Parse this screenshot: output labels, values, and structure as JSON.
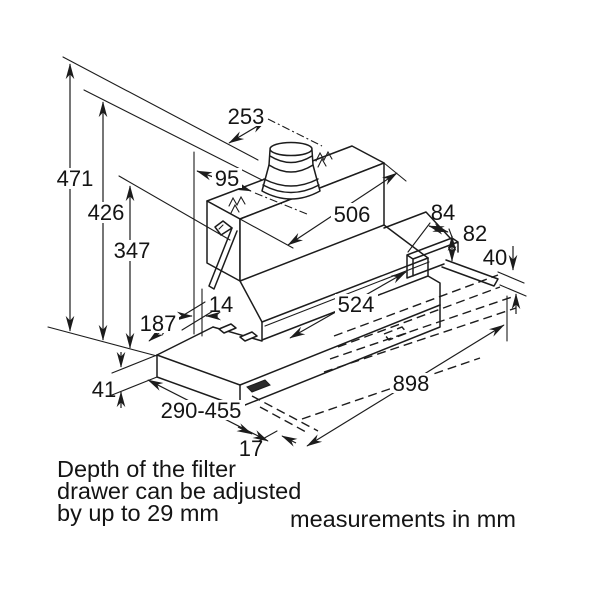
{
  "figure": {
    "type": "technical-drawing",
    "subject": "Telescopic cooker hood installation drawing",
    "units_note": "measurements in mm",
    "note_lines": [
      "Depth of the filter",
      "drawer can be adjusted",
      "by up to 29 mm"
    ],
    "dimensions": {
      "height_total": "471",
      "height_no_collar": "426",
      "height_body": "347",
      "duct_center_from_left": "253",
      "duct_center_depth": "95",
      "top_box_width": "506",
      "bracket_depth": "84",
      "bracket_height": "82",
      "clearance_gap": "40",
      "front_offset": "14",
      "side_overhang": "187",
      "body_width": "524",
      "total_width": "898",
      "visor_height": "41",
      "pullout_range": "290-455",
      "handle_depth": "17"
    },
    "colors": {
      "line": "#1c1c1c",
      "background": "#ffffff"
    }
  }
}
